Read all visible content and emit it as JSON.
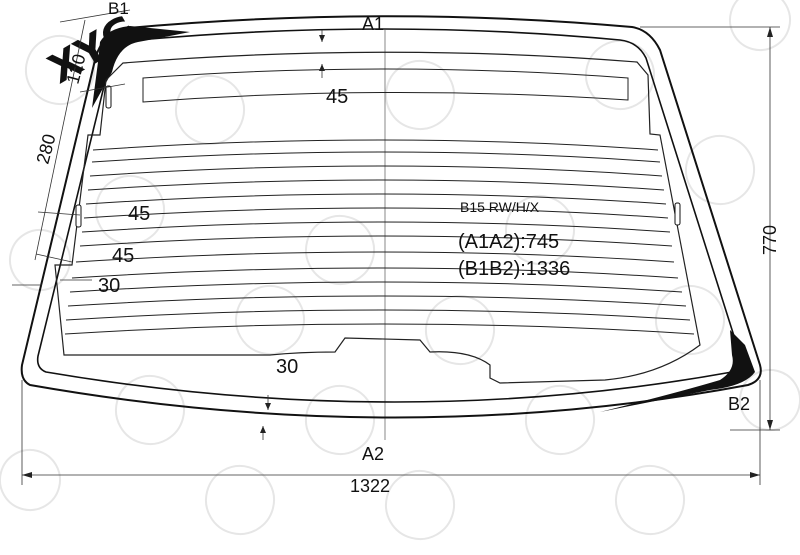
{
  "diagram": {
    "code": "B15 RW/H/X",
    "spec_a": "(A1A2):745",
    "spec_b": "(B1B2):1336",
    "point_a1": "A1",
    "point_a2": "A2",
    "point_b1": "B1",
    "point_b2": "B2",
    "dim_width": "1322",
    "dim_height": "770",
    "dim_corner_top": "120",
    "dim_corner_side": "280",
    "dim_band_top": "45",
    "dim_side_45a": "45",
    "dim_side_45b": "45",
    "dim_side_30": "30",
    "dim_bottom_30": "30",
    "watermark": "XYG"
  },
  "colors": {
    "outline": "#111111",
    "frit": "#111111",
    "dimension": "#222222",
    "watermark": "#e4e4e4",
    "background": "#ffffff"
  }
}
